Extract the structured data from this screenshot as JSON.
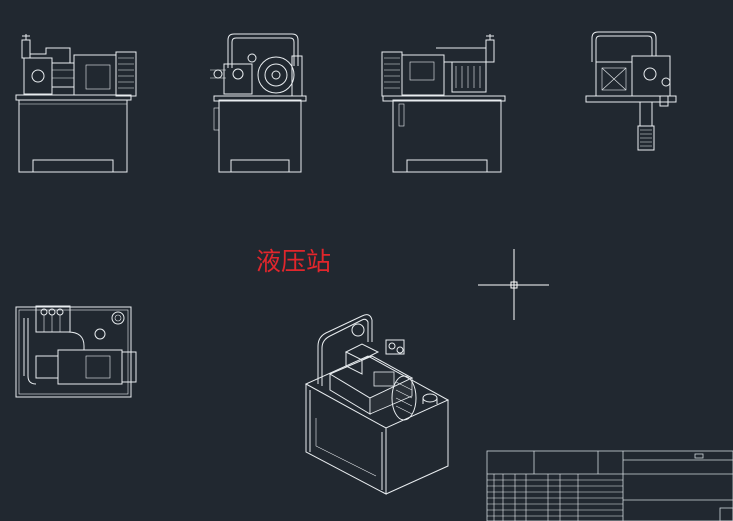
{
  "drawing": {
    "title": "液压站",
    "title_color": "#e1262c",
    "background": "#212830",
    "line_color": "#e9edf0"
  },
  "views": [
    {
      "id": "front-view"
    },
    {
      "id": "side-view-left"
    },
    {
      "id": "rear-view"
    },
    {
      "id": "side-view-right"
    },
    {
      "id": "top-view"
    },
    {
      "id": "isometric-view"
    }
  ]
}
